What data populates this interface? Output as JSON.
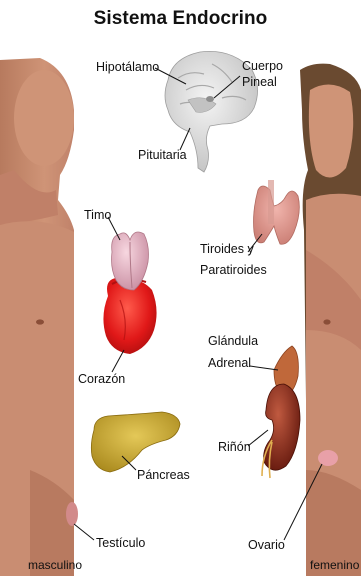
{
  "title": "Sistema Endocrino",
  "labels": {
    "hipotalamo": "Hipotálamo",
    "cuerpo_pineal_1": "Cuerpo",
    "cuerpo_pineal_2": "Pineal",
    "pituitaria": "Pituitaria",
    "timo": "Timo",
    "tiroides_1": "Tiroides y",
    "tiroides_2": "Paratiroides",
    "adrenal_1": "Glándula",
    "adrenal_2": "Adrenal",
    "corazon": "Corazón",
    "rinon": "Riñón",
    "pancreas": "Páncreas",
    "testiculo": "Testículo",
    "ovario": "Ovario"
  },
  "captions": {
    "male": "masculino",
    "female": "femenino"
  },
  "colors": {
    "skin": "#c8896e",
    "skin_shadow": "#a86c52",
    "hair": "#6a4a30",
    "brain": "#d9d9d9",
    "thymus": "#e4b0c0",
    "heart": "#e01818",
    "thyroid": "#d98e86",
    "adrenal": "#c0683a",
    "kidney": "#8a2818",
    "pancreas": "#c9a830",
    "ovary": "#e8a0a8"
  }
}
